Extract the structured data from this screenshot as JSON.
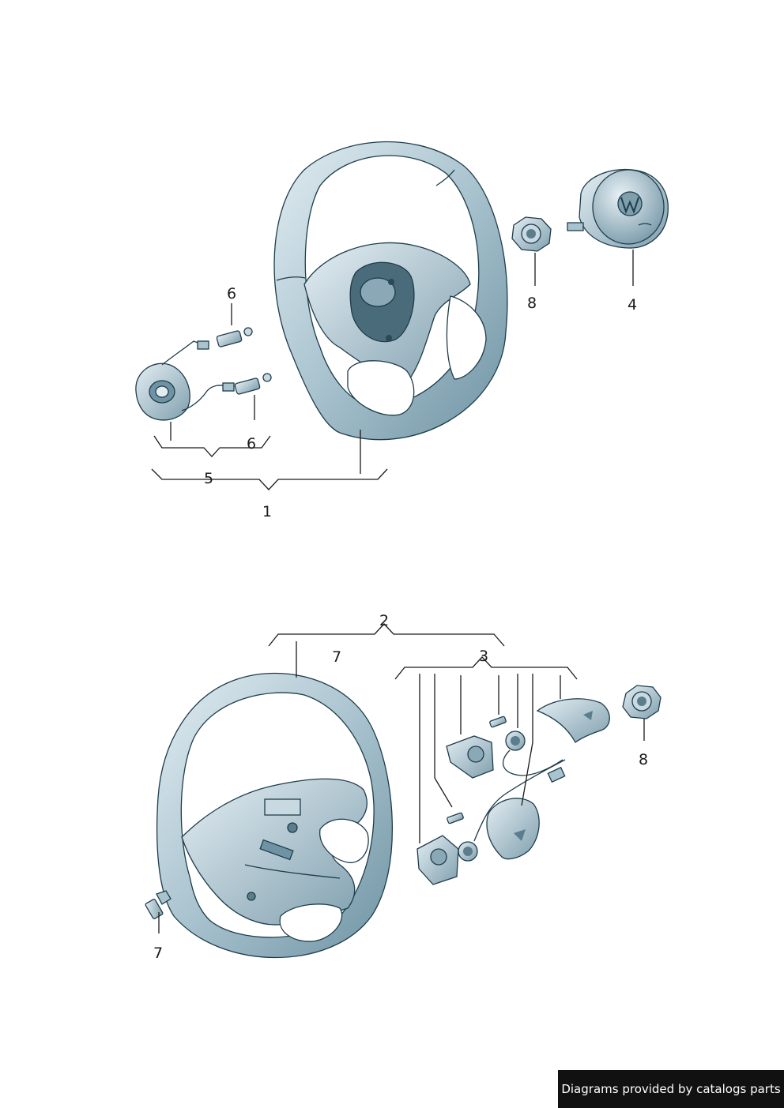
{
  "callouts": {
    "c1": "1",
    "c2": "2",
    "c3": "3",
    "c4": "4",
    "c5": "5",
    "c6a": "6",
    "c6b": "6",
    "c7a": "7",
    "c7b": "7",
    "c8a": "8",
    "c8b": "8"
  },
  "footer": {
    "credit": "Diagrams provided by catalogs parts"
  },
  "colors": {
    "part_fill_light": "#dbe8ee",
    "part_fill_mid": "#a9c3cf",
    "part_fill_dark": "#6f93a3",
    "outline": "#1e3c4a",
    "footer_bg": "#111111"
  }
}
